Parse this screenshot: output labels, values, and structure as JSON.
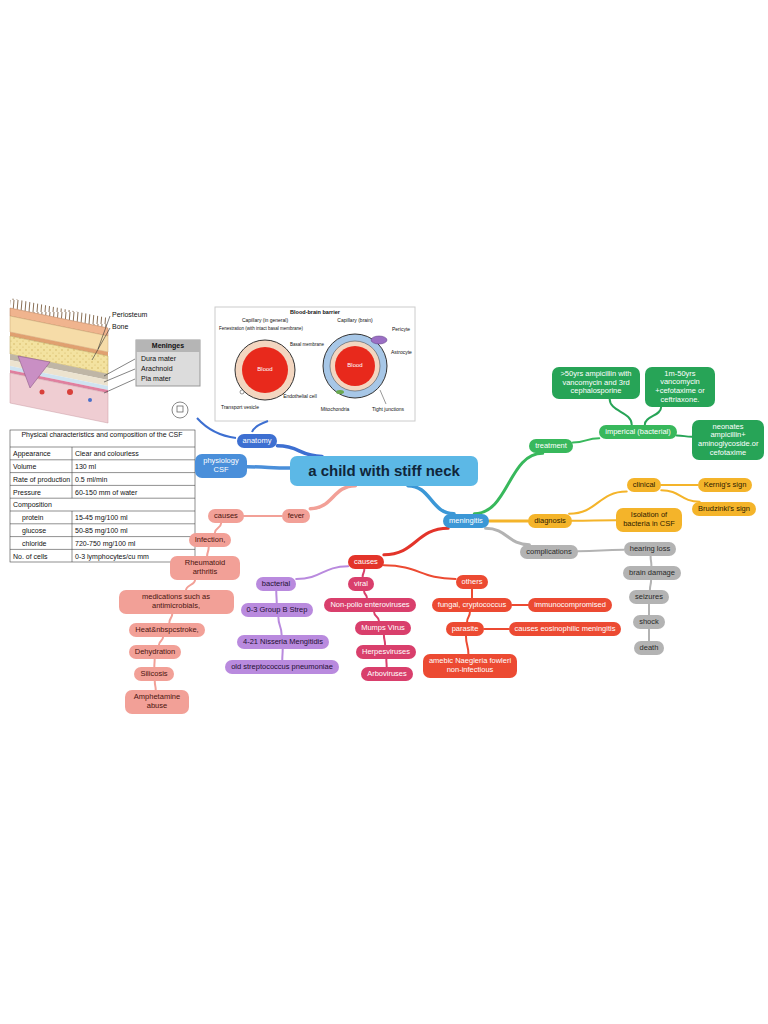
{
  "diagram": {
    "nodes": [
      {
        "text": [
          "a child with stiff neck"
        ]
      },
      {
        "text": [
          "anatomy"
        ]
      },
      {
        "text": [
          "physiology CSF"
        ]
      },
      {
        "text": [
          "fever"
        ]
      },
      {
        "text": [
          "causes"
        ]
      },
      {
        "text": [
          "Infection,"
        ]
      },
      {
        "text": [
          "Rheumatoid arthritis"
        ]
      },
      {
        "text": [
          "medications such as antimicrobials,"
        ]
      },
      {
        "text": [
          "Heat&nbspcstroke,"
        ]
      },
      {
        "text": [
          "Dehydration"
        ]
      },
      {
        "text": [
          "Silicosis"
        ]
      },
      {
        "text": [
          "Amphetamine abuse"
        ]
      },
      {
        "text": [
          "meningitis"
        ]
      },
      {
        "text": [
          "causes"
        ]
      },
      {
        "text": [
          "bacterial"
        ]
      },
      {
        "text": [
          "0-3 Group B Strep"
        ]
      },
      {
        "text": [
          "4-21 Nisseria Mengitidis"
        ]
      },
      {
        "text": [
          "old streptococcus pneumoniae"
        ]
      },
      {
        "text": [
          "viral"
        ]
      },
      {
        "text": [
          "Non-polio enteroviruses"
        ]
      },
      {
        "text": [
          "Mumps Virus"
        ]
      },
      {
        "text": [
          "Herpesviruses"
        ]
      },
      {
        "text": [
          "Arboviruses"
        ]
      },
      {
        "text": [
          "others"
        ]
      },
      {
        "text": [
          "fungal, cryptococcus"
        ]
      },
      {
        "text": [
          "immunocompromised"
        ]
      },
      {
        "text": [
          "parasite"
        ]
      },
      {
        "text": [
          "causes eosinophilic meningitis"
        ]
      },
      {
        "text": [
          "amebic Naegleria fowleri",
          "non-infectious"
        ]
      },
      {
        "text": [
          "treatment"
        ]
      },
      {
        "text": [
          "imperical (bacterial)"
        ]
      },
      {
        "text": [
          ">50yrs ampicillin with vancomycin and 3rd cephalosporine"
        ]
      },
      {
        "text": [
          "1m-50yrs vancomycin +cefotaxime or ceftriaxone."
        ]
      },
      {
        "text": [
          "neonates ampicillin+ aminoglycoside.or cefotaxime"
        ]
      },
      {
        "text": [
          "diagnosis"
        ]
      },
      {
        "text": [
          "clinical"
        ]
      },
      {
        "text": [
          "Kernig's sign"
        ]
      },
      {
        "text": [
          "Brudzinki's sign"
        ]
      },
      {
        "text": [
          "Isolation of bacteria in CSF"
        ]
      },
      {
        "text": [
          "complications"
        ]
      },
      {
        "text": [
          "hearing loss"
        ]
      },
      {
        "text": [
          "brain damage"
        ]
      },
      {
        "text": [
          "seizures"
        ]
      },
      {
        "text": [
          "shock"
        ]
      },
      {
        "text": [
          "death"
        ]
      }
    ],
    "edges": [
      {
        "from": 0,
        "to": 1,
        "arrow": "none"
      },
      {
        "from": 0,
        "to": 2,
        "arrow": "none"
      },
      {
        "from": 0,
        "to": 3,
        "arrow": "none"
      },
      {
        "from": 0,
        "to": 12,
        "arrow": "none"
      },
      {
        "from": 3,
        "to": 4,
        "arrow": "none"
      },
      {
        "from": 4,
        "to": 5,
        "arrow": "none"
      },
      {
        "from": 5,
        "to": 6,
        "arrow": "none"
      },
      {
        "from": 6,
        "to": 7,
        "arrow": "none"
      },
      {
        "from": 7,
        "to": 8,
        "arrow": "none"
      },
      {
        "from": 8,
        "to": 9,
        "arrow": "none"
      },
      {
        "from": 9,
        "to": 10,
        "arrow": "none"
      },
      {
        "from": 10,
        "to": 11,
        "arrow": "none"
      },
      {
        "from": 12,
        "to": 13,
        "arrow": "none"
      },
      {
        "from": 13,
        "to": 14,
        "arrow": "none"
      },
      {
        "from": 14,
        "to": 15,
        "arrow": "none"
      },
      {
        "from": 15,
        "to": 16,
        "arrow": "none"
      },
      {
        "from": 16,
        "to": 17,
        "arrow": "none"
      },
      {
        "from": 13,
        "to": 18,
        "arrow": "none"
      },
      {
        "from": 18,
        "to": 19,
        "arrow": "none"
      },
      {
        "from": 19,
        "to": 20,
        "arrow": "none"
      },
      {
        "from": 20,
        "to": 21,
        "arrow": "none"
      },
      {
        "from": 21,
        "to": 22,
        "arrow": "none"
      },
      {
        "from": 13,
        "to": 23,
        "arrow": "none"
      },
      {
        "from": 23,
        "to": 24,
        "arrow": "none"
      },
      {
        "from": 24,
        "to": 25,
        "arrow": "none"
      },
      {
        "from": 24,
        "to": 26,
        "arrow": "none"
      },
      {
        "from": 26,
        "to": 27,
        "arrow": "none"
      },
      {
        "from": 26,
        "to": 28,
        "arrow": "none"
      },
      {
        "from": 12,
        "to": 29,
        "arrow": "none"
      },
      {
        "from": 29,
        "to": 30,
        "arrow": "none"
      },
      {
        "from": 30,
        "to": 31,
        "arrow": "none"
      },
      {
        "from": 30,
        "to": 32,
        "arrow": "none"
      },
      {
        "from": 30,
        "to": 33,
        "arrow": "none"
      },
      {
        "from": 12,
        "to": 34,
        "arrow": "none"
      },
      {
        "from": 34,
        "to": 35,
        "arrow": "none"
      },
      {
        "from": 35,
        "to": 36,
        "arrow": "none"
      },
      {
        "from": 35,
        "to": 37,
        "arrow": "none"
      },
      {
        "from": 34,
        "to": 38,
        "arrow": "none"
      },
      {
        "from": 12,
        "to": 39,
        "arrow": "none"
      },
      {
        "from": 39,
        "to": 40,
        "arrow": "none"
      },
      {
        "from": 40,
        "to": 41,
        "arrow": "none"
      },
      {
        "from": 41,
        "to": 42,
        "arrow": "none"
      },
      {
        "from": 42,
        "to": 43,
        "arrow": "none"
      },
      {
        "from": 43,
        "to": 44,
        "arrow": "none"
      }
    ],
    "labels": [
      "Periosteum",
      "Bone",
      "Meninges",
      "Dura mater",
      "Arachnoid",
      "Pia mater",
      "Blood-brain barrier",
      "Capillary (in general)",
      "Capillary (brain)",
      "Fenestration (with intact basal membrane)",
      "Basal membrane",
      "Blood",
      "Blood",
      "Pericyte",
      "Astrocyte",
      "Endothelial cell",
      "Transport vesicle",
      "Mitochondria",
      "Tight junctions",
      "Physical characteristics and composition of the CSF",
      "Appearance",
      "Clear and colourless",
      "Volume",
      "130 ml",
      "Rate of production",
      "0.5 ml/min",
      "Pressure",
      "60-150 mm of water",
      "Composition",
      "protein",
      "15-45 mg/100 ml",
      "glucose",
      "50-85 mg/100 ml",
      "chloride",
      "720-750 mg/100 ml",
      "No. of cells",
      "0-3 lymphocytes/cu mm"
    ]
  }
}
